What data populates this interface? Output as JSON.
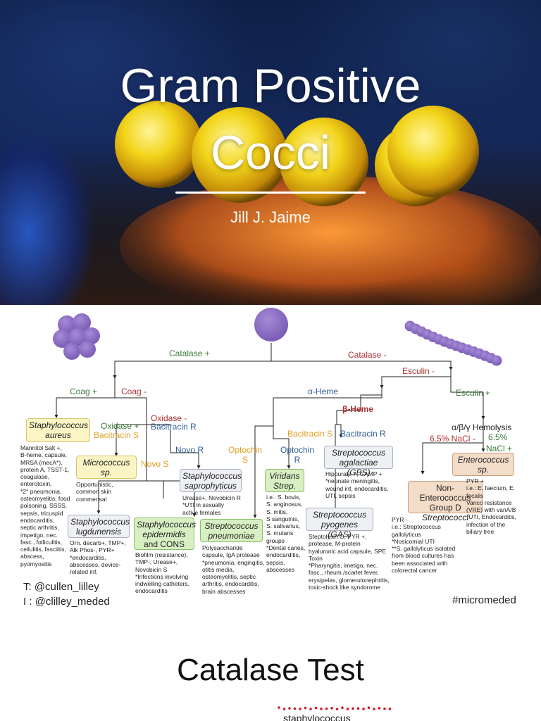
{
  "title_slide": {
    "title_line1": "Gram Positive",
    "title_line2": "Cocci",
    "author": "Jill J. Jaime"
  },
  "flowchart": {
    "catalase_pos": "Catalase +",
    "catalase_neg": "Catalase -",
    "coag_pos": "Coag +",
    "coag_neg": "Coag -",
    "oxidase_pos": "Oxidase +",
    "bacitracin_s_1": "Bacitracin S",
    "oxidase_neg": "Oxidase -",
    "bacitracin_r_1": "Bacitracin R",
    "novo_s": "Novo S",
    "novo_r": "Novo R",
    "esculin_neg": "Esculin -",
    "esculin_pos": "Esculin +",
    "alpha_heme": "α-Heme",
    "beta_heme": "β-Heme",
    "bacitracin_s_2": "Bacitracin S",
    "bacitracin_r_2": "Bacitracin R",
    "optochin_s": "Optochin\nS",
    "optochin_r": "Optochin\nR",
    "hemolysis": "α/β/γ Hemolysis",
    "nacl_neg": "6.5% NaCl -",
    "nacl_pos_1": "6.5%",
    "nacl_pos_2": "NaCl +",
    "box_saureus": "Staphylococcus aureus",
    "box_micrococcus": "Micrococcus sp.",
    "box_saprophyticus": "Staphylococcus saprophyticus",
    "box_lugdunensis": "Staphylococcus lugdunensis",
    "box_epidermidis_1": "Staphylococcus epidermidis",
    "box_epidermidis_2": "and CONS",
    "box_pneumoniae": "Streptococcus pneumoniae",
    "box_viridans": "Viridans Strep.",
    "box_agalactiae": "Streptococcus agalactiae (GBS)",
    "box_pyogenes": "Streptococcus pyogenes (GAS)",
    "box_non_entero_1": "Non-Enterococcus",
    "box_non_entero_2": "Group D",
    "box_non_entero_3": "Streptococci",
    "box_enterococcus": "Enterococcus sp.",
    "note_saureus": "Mannitol Salt +,\nB-heme, capsule,\nMRSA (mecA*),\nprotein A, TSST-1,\ncoagulase,\nenterotoxin,\n*2° pneumonia,\nosteomyelitis, food\npoisoning, SSSS,\nsepsis, tricuspid\nendocarditis,\nseptic arthritis,\nimpetigo, nec.\nfasc., folliculitis,\ncellulitis, fasciitis,\nabscess,\npyomyositis",
    "note_micrococcus": "Opportunistic,\ncommon skin\ncommensal",
    "note_saprophyticus": "Urease+, Novobicin R\n*UTI in sexually\nactive females",
    "note_lugdunensis": "Orn. decarb+, TMP+,\nAlk Phos-, PYR+\n*endocarditis,\nabscesses, device-\nrelated inf.",
    "note_epidermidis": "Biofilm (resistance),\nTMP-, Urease+,\nNovobicin S\n*Infections involving\nindwelling catheters,\nendocarditis",
    "note_pneumoniae": "Polysaccharide\ncapsule, IgA protease\n*pneumonia, engingitis,\notitis media,\nosteomyelitis, septic\narthritis, endocarditis,\nbrain abscesses",
    "note_viridans": "i.e.: S. bovis,\nS. anginosus,\nS. mitis,\nS sanguinis,\nS. salivarius,\nS. mutans\ngroups\n*Dental caries,\nendocarditis,\nsepsis,\nabscesses",
    "note_agalactiae": "Hippurate +, CAMP +\n*neonate meningitis,\nwound inf, endocarditis,\nUTI, sepsis",
    "note_pyogenes": "Steptolysin O, PYR +,\nprotease, M-protein\nhyaluronic acid capsule, SPE\nToxin\n*Pharyngitis, imetigo, nec.\nfasc., rheum./scarlet fever,\nerysipelas, glomerulonephritis,\ntoxic-shock like syndorome",
    "note_non_entero": "PYR -\ni.e.: Streptococcus\ngallolyticus\n*Nosicomial UTI\n**S. gallolyticus isolated\nfrom blood cultures has\nbeen associated with\ncolorectal cancer",
    "note_enterococcus": "PYR +\ni.e.: E. faecium, E.\nfecalis\nVanco resistance\n(VRE) with vanA/B\n*UTI, Endocarditis,\ninfection of the\nbiliary tree",
    "twitter": "T: @cullen_lilley",
    "instagram": "I : @clilley_meded",
    "hashtag": "#micromeded",
    "colors": {
      "cocci": "#8a6cc0",
      "green": "#3e7a3a",
      "red": "#b03030",
      "orange": "#e0a020",
      "blue": "#2f5f95"
    }
  },
  "catalase_slide": {
    "title": "Catalase Test",
    "label": "staphylococcus"
  }
}
